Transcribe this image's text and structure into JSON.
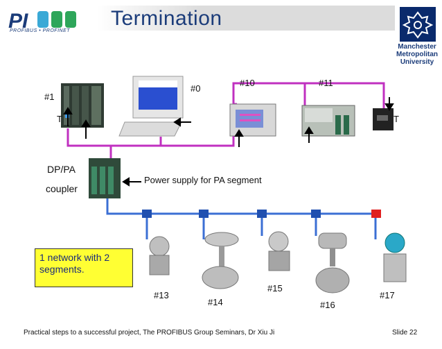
{
  "header": {
    "title": "Termination",
    "logo_text": "PI",
    "logo_subtitle": "PROFIBUS • PROFINET",
    "university_name_lines": [
      "Manchester",
      "Metropolitan",
      "University"
    ]
  },
  "nodes": {
    "n1": "#1",
    "n0": "#0",
    "n10": "#10",
    "n11": "#11",
    "n13": "#13",
    "n14": "#14",
    "n15": "#15",
    "n16": "#16",
    "n17": "#17",
    "t_left": "T",
    "t_right": "T"
  },
  "coupler": {
    "line1": "DP/PA",
    "line2": "coupler"
  },
  "power_label": "Power supply for PA segment",
  "note": "1 network with 2 segments.",
  "footer": {
    "text": "Practical steps to a successful project, The PROFIBUS Group Seminars, Dr Xiu Ji",
    "slide": "Slide 22"
  },
  "colors": {
    "profibus_dp": "#c030c0",
    "profibus_pa": "#3b6fd4",
    "pa_junction": "#2050b0",
    "terminator": "#e02020",
    "title_text": "#1b3c7a",
    "note_bg": "#ffff33"
  }
}
